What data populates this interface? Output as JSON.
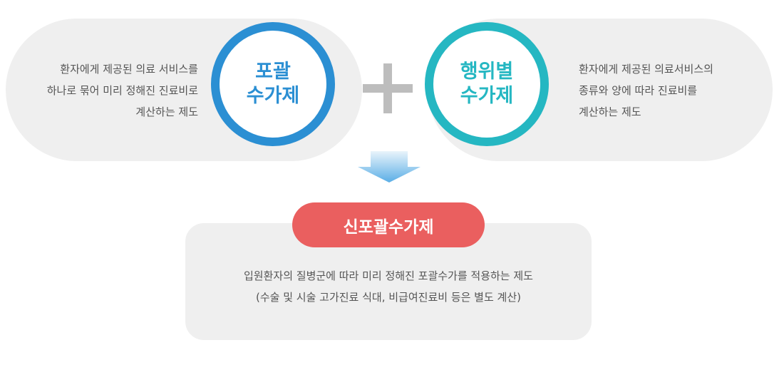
{
  "left": {
    "title_lines": [
      "포괄",
      "수가제"
    ],
    "description_lines": [
      "환자에게 제공된 의료 서비스를",
      "하나로 묶어 미리 정해진 진료비로",
      "계산하는 제도"
    ]
  },
  "right": {
    "title_lines": [
      "행위별",
      "수가제"
    ],
    "description_lines": [
      "환자에게 제공된 의료서비스의",
      "종류와 양에 따라 진료비를",
      "계산하는 제도"
    ]
  },
  "result": {
    "title": "신포괄수가제",
    "description_lines": [
      "입원환자의 질병군에 따라 미리 정해진 포괄수가를 적용하는 제도",
      "(수술 및 시술 고가진료 식대, 비급여진료비 등은  별도 계산)"
    ]
  },
  "colors": {
    "left_accent": "#2b8fd3",
    "right_accent": "#25b7c2",
    "badge": "#ea5f5f",
    "panel": "#efefef",
    "plus": "#bdbdbd"
  },
  "icons": {
    "combine": "plus-icon",
    "result": "arrow-down-icon"
  }
}
